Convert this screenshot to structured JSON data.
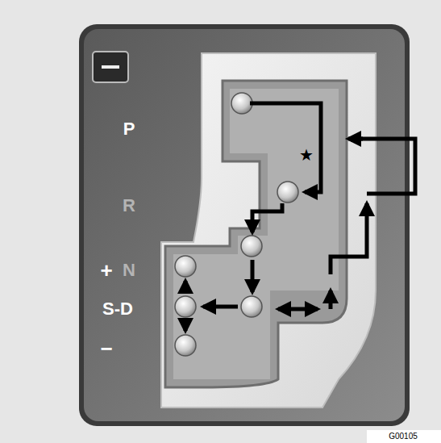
{
  "diagram": {
    "labels": [
      "P",
      "R",
      "+",
      "N",
      "S-D",
      "−",
      "★",
      "G00105"
    ]
  }
}
